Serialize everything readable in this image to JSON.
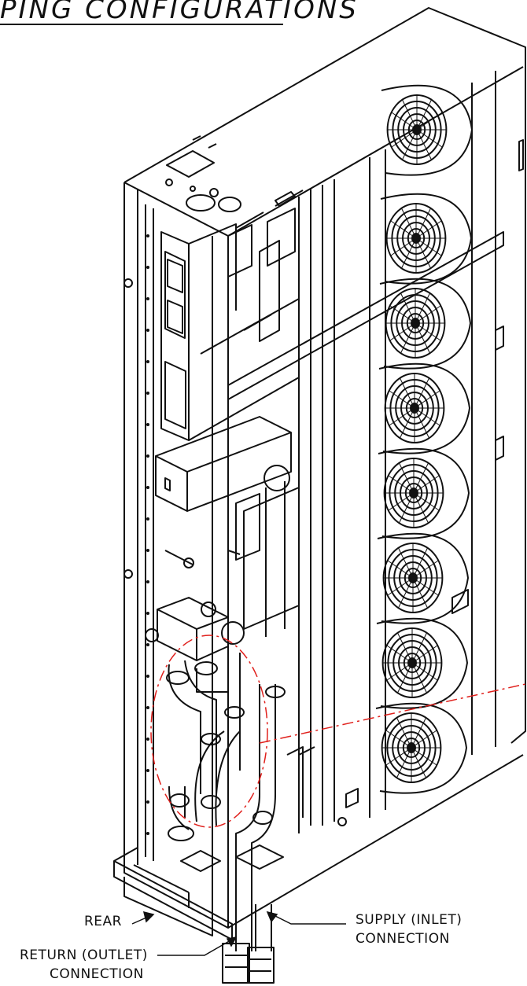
{
  "header": {
    "title": "PING  CONFIGURATIONS"
  },
  "labels": {
    "rear": "REAR",
    "supply_line1": "SUPPLY (INLET)",
    "supply_line2": "CONNECTION",
    "return_line1": "RETURN (OUTLET)",
    "return_line2": "CONNECTION"
  },
  "colors": {
    "line": "#111111",
    "callout": "#e0201c",
    "background": "#ffffff"
  },
  "fan_count": 8
}
